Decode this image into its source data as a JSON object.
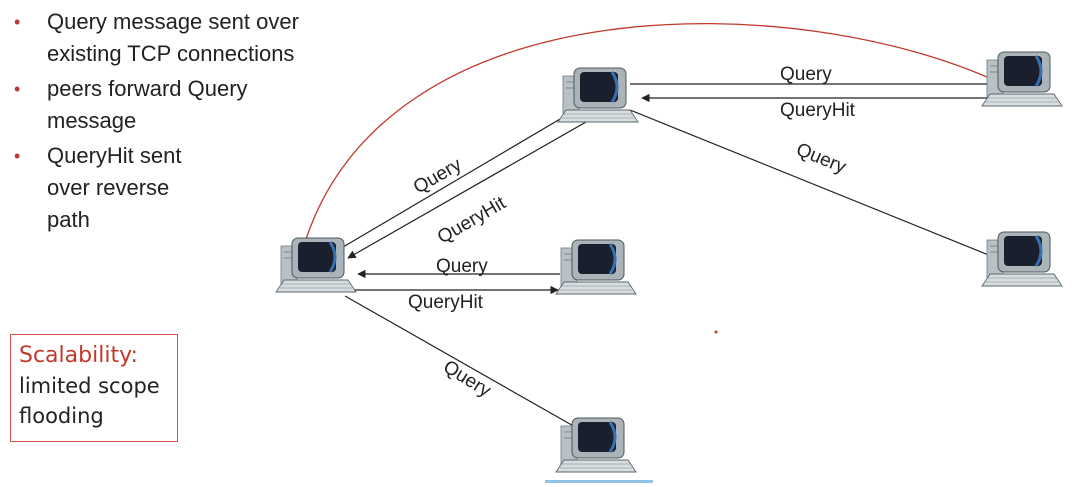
{
  "bullets": [
    "Query message sent over existing TCP connections",
    "peers forward Query message",
    "QueryHit sent over reverse path"
  ],
  "bullet_marker": "•",
  "scalability": {
    "title": "Scalability:",
    "lines": [
      "limited scope",
      "flooding"
    ]
  },
  "edge_labels": {
    "query": "Query",
    "queryhit": "QueryHit"
  },
  "colors": {
    "accent": "#c0392b",
    "monitor": "#1a1f2e",
    "computer_body": "#cfd6d9"
  },
  "icons": [
    "computer-icon"
  ]
}
